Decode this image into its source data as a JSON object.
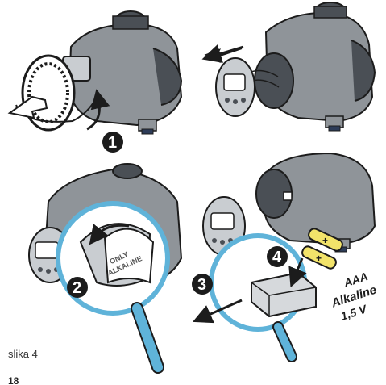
{
  "steps": [
    "1",
    "2",
    "3",
    "4"
  ],
  "label_only_alkaline": [
    "ONLY",
    "ALKALINE"
  ],
  "battery_labels": {
    "type": "AAA",
    "chemistry": "Alkaline",
    "voltage": "1,5 V"
  },
  "battery_signs": [
    "+",
    "+"
  ],
  "caption": "slika 4",
  "page_number": "18",
  "colors": {
    "body_gray": "#8f9499",
    "dark_gray": "#4a4f55",
    "light_gray": "#c9cdd1",
    "lens_blue": "#5fb3d9",
    "battery_yellow": "#f2e36a",
    "outline": "#1c1c1c"
  },
  "icons": [
    "arrow-left-icon",
    "curved-arrow-icon",
    "magnifier-icon",
    "battery-icon"
  ]
}
